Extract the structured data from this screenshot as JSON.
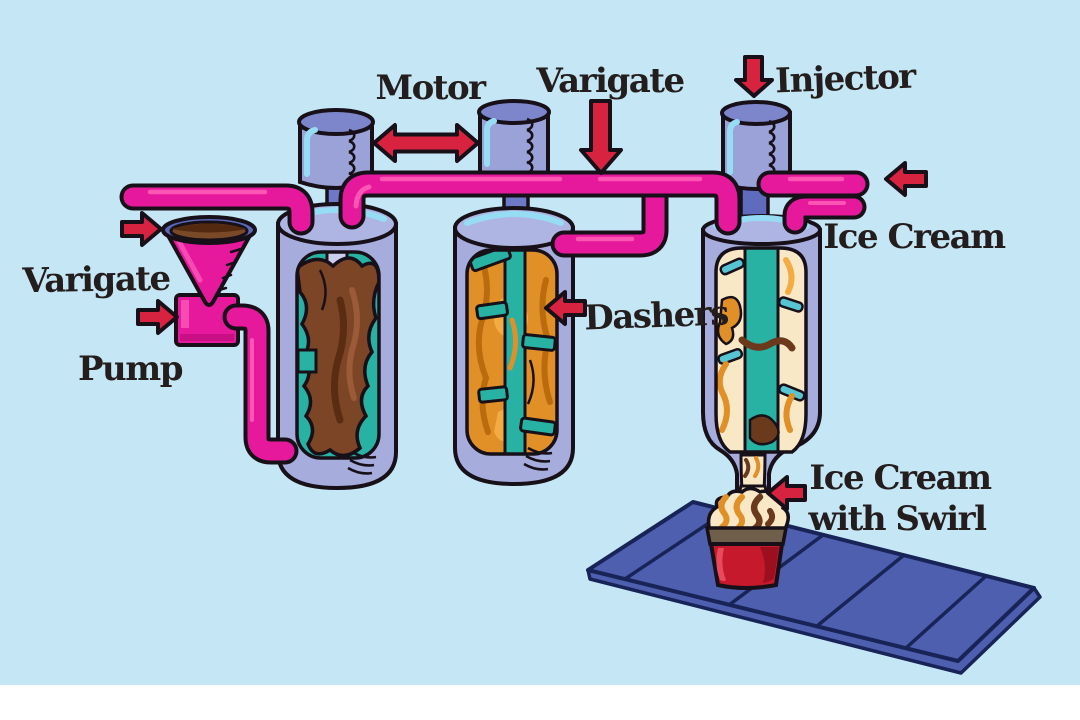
{
  "labels": {
    "motor": "Motor",
    "varigate_top": "Varigate",
    "injector": "Injector",
    "ice_cream_inlet": "Ice Cream",
    "varigate_left": "Varigate",
    "pump": "Pump",
    "dashers": "Dashers",
    "output_line1": "Ice Cream",
    "output_line2": "with Swirl"
  },
  "arrows": [
    {
      "name": "varigate-inlet-arrow-icon",
      "direction": "right"
    },
    {
      "name": "pump-arrow-icon",
      "direction": "right"
    },
    {
      "name": "motor-link-arrow-icon",
      "direction": "left-right"
    },
    {
      "name": "varigate-down-arrow-icon",
      "direction": "down"
    },
    {
      "name": "injector-down-arrow-icon",
      "direction": "down"
    },
    {
      "name": "ice-cream-inlet-arrow-icon",
      "direction": "left"
    },
    {
      "name": "dashers-arrow-icon",
      "direction": "left"
    },
    {
      "name": "output-arrow-icon",
      "direction": "left"
    }
  ],
  "colors": {
    "background": "#c5e6f4",
    "footer": "#ffffff",
    "pipe_magenta": "#e6189b",
    "pipe_highlight": "#fc55b4",
    "arrow_red": "#d7233f",
    "machine_periwinkle": "#a6addd",
    "machine_top": "#afb5e2",
    "motor_body": "#9aa2d8",
    "motor_top": "#7d86cb",
    "shaft_blue": "#6d78c6",
    "teal_dasher": "#28b2a3",
    "peg_teal": "#57c4d2",
    "chocolate_brown": "#7b4526",
    "caramel_orange": "#e18f27",
    "cream": "#f8e8c6",
    "belt_blue": "#4d5fae",
    "cup_red": "#c6192c",
    "cup_band": "#6f5e49",
    "funnel_liquid": "#7a4a28",
    "outline_ink": "#171019",
    "label_ink": "#241d1d",
    "highlight_cyan": "#96ddf4"
  }
}
